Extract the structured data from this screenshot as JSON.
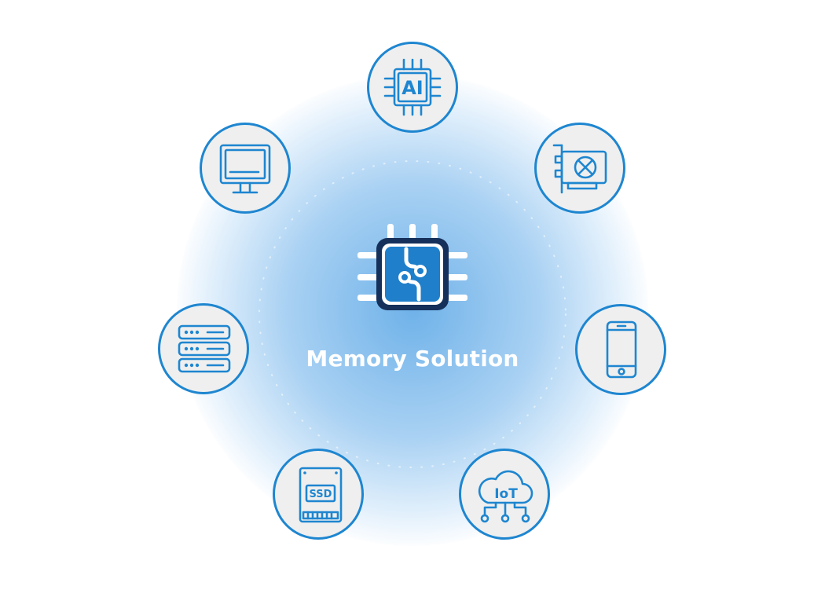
{
  "center": {
    "label": "Memory Solution",
    "icon": "memory-chip-icon"
  },
  "nodes": [
    {
      "id": "ai",
      "icon": "ai-chip-icon",
      "label": "AI"
    },
    {
      "id": "graphics-card",
      "icon": "graphics-card-icon"
    },
    {
      "id": "smartphone",
      "icon": "smartphone-icon"
    },
    {
      "id": "iot",
      "icon": "iot-cloud-icon",
      "label": "IoT"
    },
    {
      "id": "ssd",
      "icon": "ssd-icon",
      "label": "SSD"
    },
    {
      "id": "server",
      "icon": "server-rack-icon"
    },
    {
      "id": "monitor",
      "icon": "monitor-icon"
    }
  ],
  "colors": {
    "accent": "#1e86d0",
    "node_fill": "#efefef",
    "chip_dark": "#15305a",
    "chip_blue": "#1f7fcb",
    "glow_core": "#6fb2e9",
    "glow_mid": "#a9d1f3",
    "glow_edge": "#e4f1fc"
  }
}
